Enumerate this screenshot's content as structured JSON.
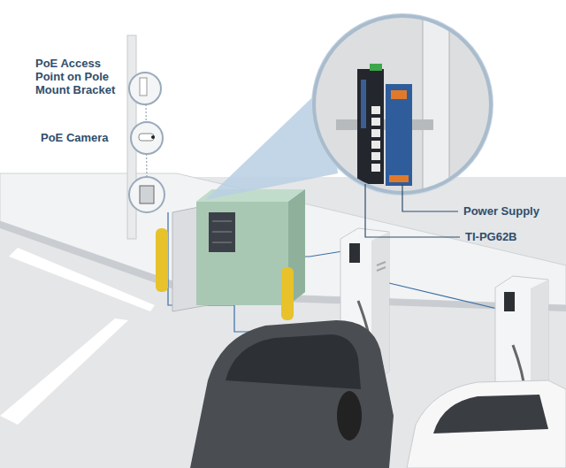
{
  "diagram": {
    "labels": [
      "PoE Access Point on Pole Mount Bracket",
      "PoE Camera",
      "Power Supply",
      "TI-PG62B"
    ]
  }
}
